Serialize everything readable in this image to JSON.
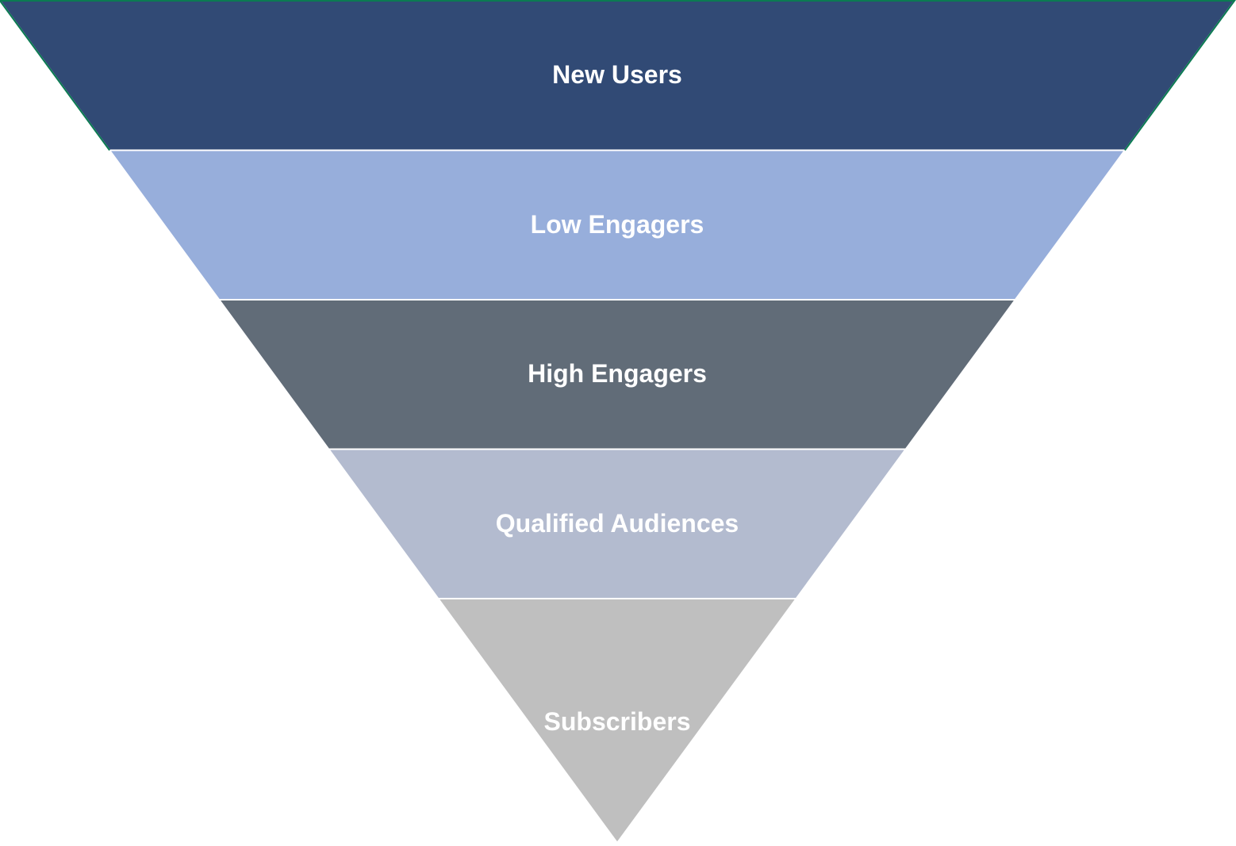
{
  "funnel": {
    "stages": [
      {
        "label": "New Users",
        "color": "#314a75"
      },
      {
        "label": "Low Engagers",
        "color": "#97aedb"
      },
      {
        "label": "High Engagers",
        "color": "#616c78"
      },
      {
        "label": "Qualified Audiences",
        "color": "#b3bbcf"
      },
      {
        "label": "Subscribers",
        "color": "#bfbfbf"
      }
    ],
    "outline_color": "#0b7a52",
    "divider_color": "#ffffff"
  }
}
